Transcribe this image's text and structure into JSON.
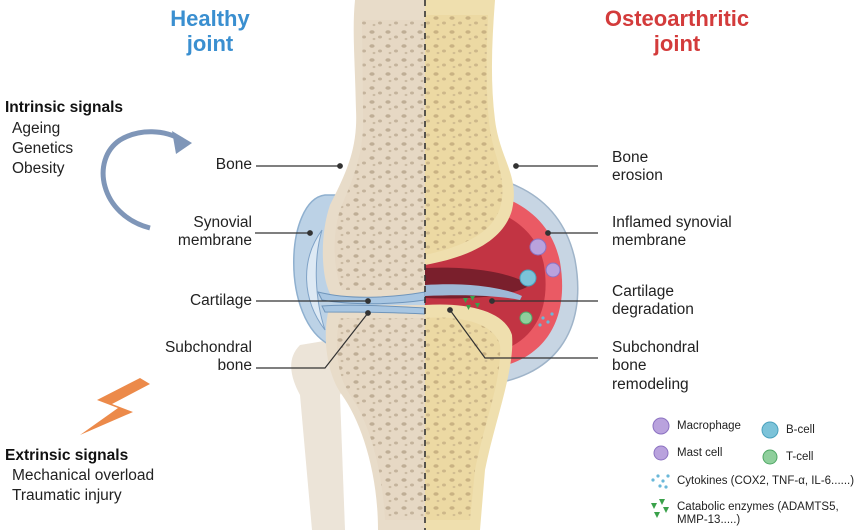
{
  "titles": {
    "healthy": "Healthy\njoint",
    "oa": "Osteoarthritic\njoint"
  },
  "colors": {
    "healthy_title": "#3a8fd0",
    "oa_title": "#d33b3b",
    "bone": "#e9dcca",
    "bone_oa": "#efdfae",
    "bone_pore": "#b7a68f",
    "synovium": "#b9cfe3",
    "inflamed": "#e9505a",
    "arrow": "#7f96b8",
    "lightning": "#ec8a4a"
  },
  "intrinsic": {
    "heading": "Intrinsic signals",
    "items": [
      "Ageing",
      "Genetics",
      "Obesity"
    ]
  },
  "extrinsic": {
    "heading": "Extrinsic signals",
    "items": [
      "Mechanical overload",
      "Traumatic injury"
    ]
  },
  "left_labels": [
    "Bone",
    "Synovial\nmembrane",
    "Cartilage",
    "Subchondral\nbone"
  ],
  "right_labels": [
    "Bone\nerosion",
    "Inflamed synovial\nmembrane",
    "Cartilage\ndegradation",
    "Subchondral\nbone\nremodeling"
  ],
  "legend": {
    "macrophage": "Macrophage",
    "bcell": "B-cell",
    "mastcell": "Mast cell",
    "tcell": "T-cell",
    "cytokines": "Cytokines (COX2, TNF-α, IL-6......)",
    "enzymes": "Catabolic enzymes (ADAMTS5,\nMMP-13.....)"
  }
}
